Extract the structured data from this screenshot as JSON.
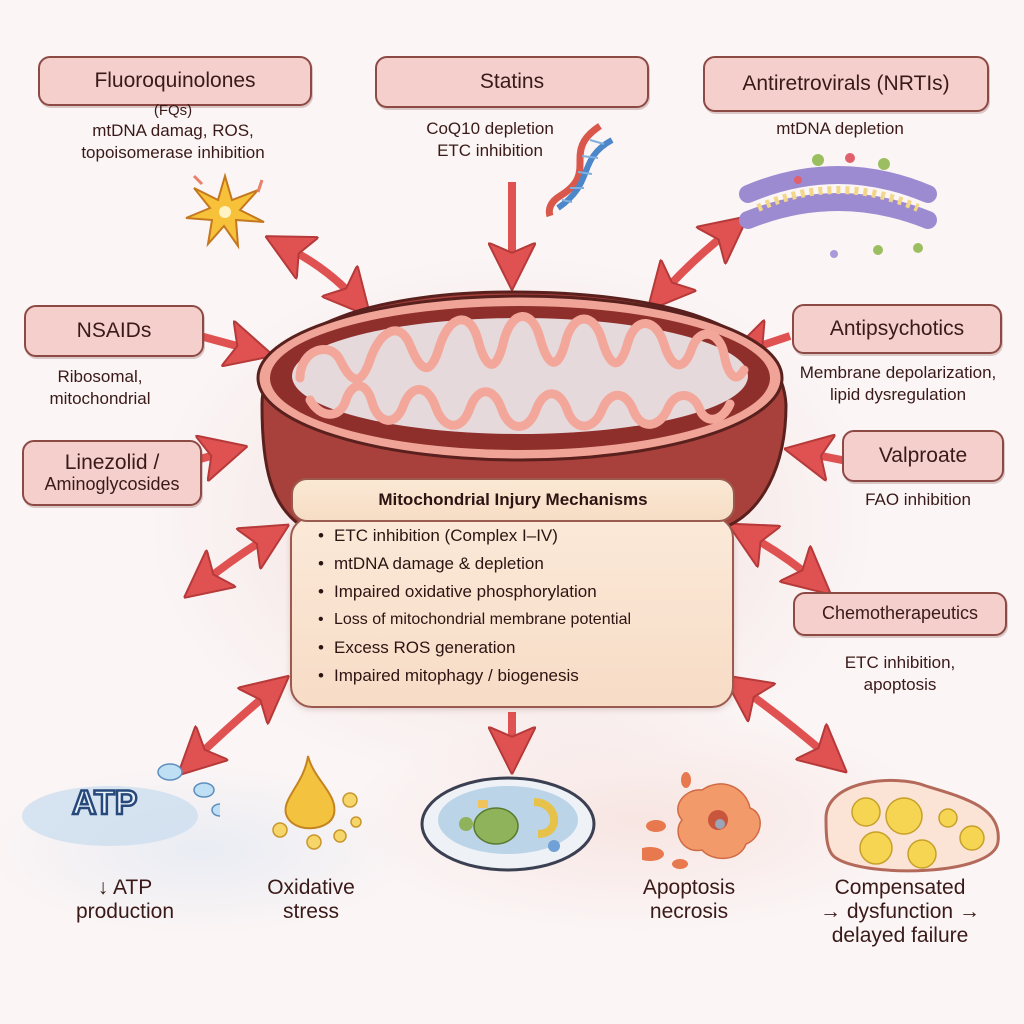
{
  "title": "Mitochondrial Injury Mechanisms",
  "drugs": [
    {
      "id": "fluoroquinolones",
      "label": "Fluoroquinolones",
      "sublabel": "(FQs)",
      "effect_lines": [
        "mtDNA damag, ROS,",
        "topoisomerase inhibition"
      ],
      "icon": "starburst-icon"
    },
    {
      "id": "statins",
      "label": "Statins",
      "effect_lines": [
        "CoQ10 depletion",
        "ETC inhibition"
      ],
      "icon": "dna-helix-icon"
    },
    {
      "id": "antiretrovirals",
      "label": "Antiretrovirals (NRTIs)",
      "effect_lines": [
        "mtDNA depletion"
      ],
      "icon": "membrane-icon"
    },
    {
      "id": "nsaids",
      "label": "NSAIDs",
      "effect_lines": [
        "Ribosomal,",
        "mitochondrial"
      ]
    },
    {
      "id": "linezolid",
      "label_lines": [
        "Linezolid /",
        "Aminoglycosides"
      ]
    },
    {
      "id": "antipsychotics",
      "label": "Antipsychotics",
      "effect_lines": [
        "Membrane depolarization,",
        "lipid dysregulation"
      ]
    },
    {
      "id": "valproate",
      "label": "Valproate",
      "effect_lines": [
        "FAO inhibition"
      ]
    },
    {
      "id": "chemotherapeutics",
      "label": "Chemotherapeutics",
      "effect_lines": [
        "ETC inhibition,",
        "apoptosis"
      ]
    }
  ],
  "mechanisms": {
    "title": "Mitochondrial Injury Mechanisms",
    "items": [
      "ETC inhibition (Complex I–IV)",
      "mtDNA damage & depletion",
      "Impaired oxidative phosphorylation",
      "Loss of mitochondrial membrane potential",
      "Excess ROS generation",
      "Impaired mitophagy / biogenesis"
    ]
  },
  "outcomes": [
    {
      "id": "atp",
      "lines": [
        "↓ ATP",
        "production"
      ],
      "icon": "atp-icon",
      "icon_text": "ATP"
    },
    {
      "id": "oxidative",
      "lines": [
        "Oxidative",
        "stress"
      ],
      "icon": "droplet-icon"
    },
    {
      "id": "damaged-mito",
      "lines": [],
      "icon": "damaged-cell-icon"
    },
    {
      "id": "apoptosis",
      "lines": [
        "Apoptosis",
        "necrosis"
      ],
      "icon": "apoptotic-cell-icon"
    },
    {
      "id": "compensated",
      "lines": [
        "Compensated",
        "→ dysfunction →",
        "delayed failure"
      ],
      "icon": "lipid-cell-icon"
    }
  ],
  "colors": {
    "arrow": "#e05252",
    "box_fill": "#f4cfcb",
    "box_border": "#8d4a45",
    "mito_outer": "#a8413c",
    "mito_inner": "#f3a79b",
    "panel_fill": "#fbe9d8"
  }
}
